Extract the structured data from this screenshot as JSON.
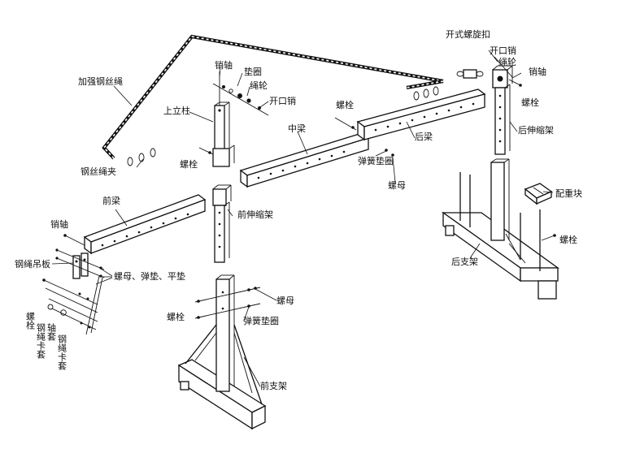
{
  "labels": {
    "open_turnbuckle": "开式螺旋扣",
    "cotter_pin_r": "开口销",
    "rope_wheel_r": "绳轮",
    "pin_shaft_r": "销轴",
    "bolt_r": "螺栓",
    "rear_extension": "后伸缩架",
    "counterweight": "配重块",
    "bolt_rear_frame": "螺栓",
    "rear_frame": "后支架",
    "reinforcing_rope": "加强钢丝绳",
    "pin_shaft_top": "销轴",
    "washer_top": "垫圈",
    "rope_wheel_top": "绳轮",
    "cotter_pin_top": "开口销",
    "upper_column": "上立柱",
    "bolt_middle": "螺栓",
    "middle_beam": "中梁",
    "rear_beam": "后梁",
    "spring_washer_mid": "弹簧垫圈",
    "nut_mid": "螺母",
    "rope_clamp": "钢丝绳夹",
    "bolt_column": "螺栓",
    "front_extension": "前伸缩架",
    "front_beam": "前梁",
    "pin_shaft_left": "销轴",
    "rope_hanging_plate": "钢绳吊板",
    "nut_spring_flat_washer": "螺母、弹垫、平垫",
    "bolt_left_vert": "螺栓",
    "rope_clip_vert_a": "钢绳卡套",
    "shaft_sleeve_vert": "轴套",
    "rope_clip_vert_b": "钢绳卡套",
    "bolt_front_frame": "螺栓",
    "nut_front_frame": "螺母",
    "spring_washer_front": "弹簧垫圈",
    "front_frame": "前支架"
  }
}
